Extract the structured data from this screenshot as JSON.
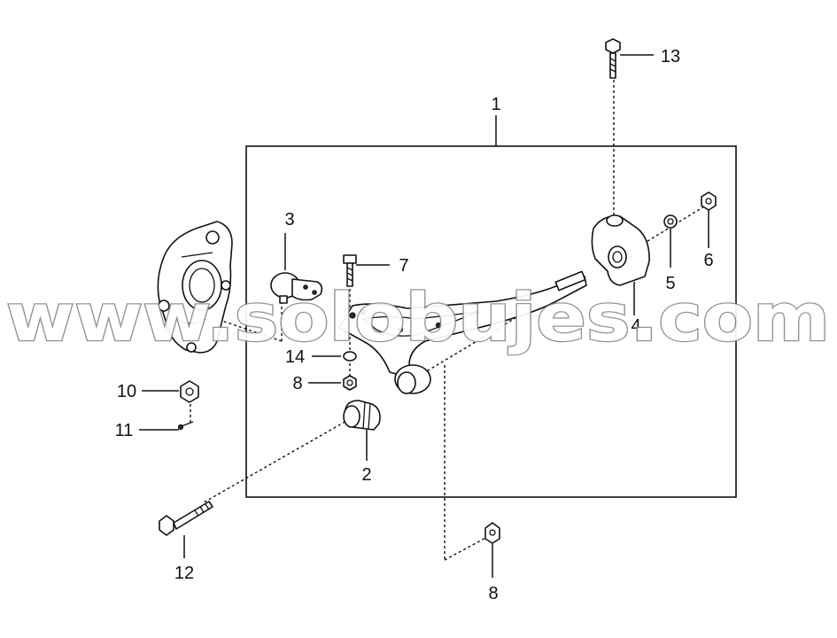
{
  "watermark": "www.solobujes.com",
  "callouts": [
    {
      "id": "1",
      "label": "1"
    },
    {
      "id": "2",
      "label": "2"
    },
    {
      "id": "3",
      "label": "3"
    },
    {
      "id": "4",
      "label": "4"
    },
    {
      "id": "5",
      "label": "5"
    },
    {
      "id": "6",
      "label": "6"
    },
    {
      "id": "7",
      "label": "7"
    },
    {
      "id": "8a",
      "label": "8"
    },
    {
      "id": "8b",
      "label": "8"
    },
    {
      "id": "10",
      "label": "10"
    },
    {
      "id": "11",
      "label": "11"
    },
    {
      "id": "12",
      "label": "12"
    },
    {
      "id": "13",
      "label": "13"
    },
    {
      "id": "14",
      "label": "14"
    }
  ]
}
